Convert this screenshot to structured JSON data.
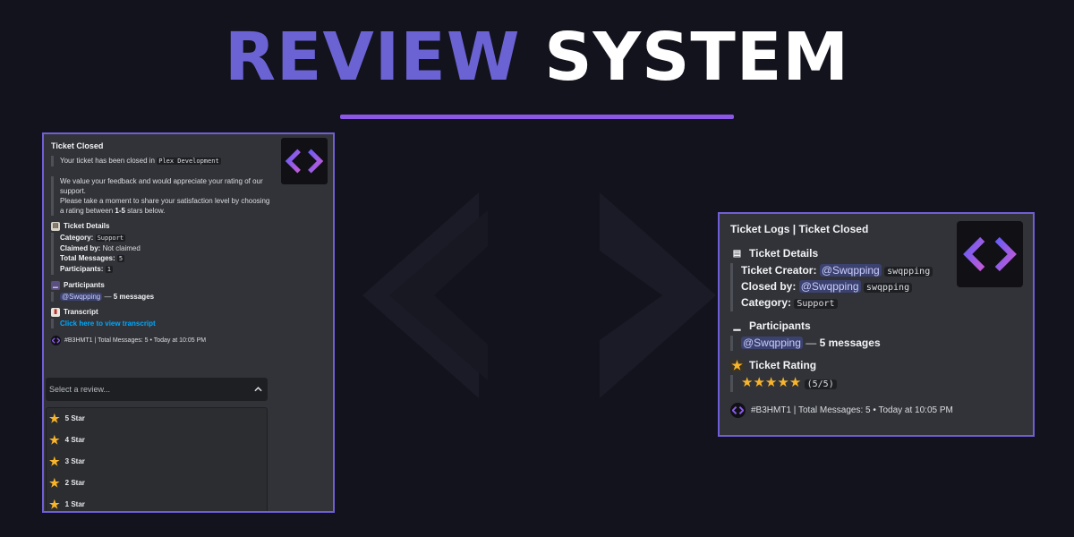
{
  "headline": {
    "word1": "REVIEW",
    "word2": "SYSTEM"
  },
  "left_panel": {
    "title": "Ticket Closed",
    "closed_text": "Your ticket has been closed in",
    "closed_server": "Plex Development",
    "feedback_line1": "We value your feedback and would appreciate your rating of our support.",
    "feedback_line2a": "Please take a moment to share your satisfaction level by choosing a rating between ",
    "feedback_bold": "1-5",
    "feedback_line2b": " stars below.",
    "details_title": "Ticket Details",
    "category_label": "Category:",
    "category_value": "Support",
    "claimed_label": "Claimed by:",
    "claimed_value": "Not claimed",
    "total_label": "Total Messages:",
    "total_value": "5",
    "participants_label": "Participants:",
    "participants_value": "1",
    "participants_title": "Participants",
    "participant_mention": "@Swqpping",
    "participant_dash": " — ",
    "participant_count": "5 messages",
    "transcript_title": "Transcript",
    "transcript_link": "Click here to view transcript",
    "footer": "#B3HMT1 | Total Messages: 5 • Today at 10:05 PM",
    "select_placeholder": "Select a review...",
    "options": [
      "5 Star",
      "4 Star",
      "3 Star",
      "2 Star",
      "1 Star"
    ]
  },
  "right_panel": {
    "title": "Ticket Logs | Ticket Closed",
    "details_title": "Ticket Details",
    "creator_label": "Ticket Creator:",
    "creator_mention": "@Swqpping",
    "creator_code": "swqpping",
    "closed_label": "Closed by:",
    "closed_mention": "@Swqpping",
    "closed_code": "swqpping",
    "category_label": "Category:",
    "category_value": "Support",
    "participants_title": "Participants",
    "participant_mention": "@Swqpping",
    "participant_dash": " — ",
    "participant_count": "5 messages",
    "rating_title": "Ticket Rating",
    "rating_value": 5,
    "rating_text": "(5/5)",
    "footer": "#B3HMT1 | Total Messages: 5 • Today at 10:05 PM"
  },
  "colors": {
    "accent_purple": "#6b63d4",
    "bar_purple": "#8c57e6",
    "star_gold": "#f8b42b",
    "link_blue": "#00a8fc"
  },
  "icons": [
    "code-brackets-logo",
    "clipboard-icon",
    "users-icon",
    "document-icon",
    "star-icon",
    "chevron-up-icon"
  ]
}
